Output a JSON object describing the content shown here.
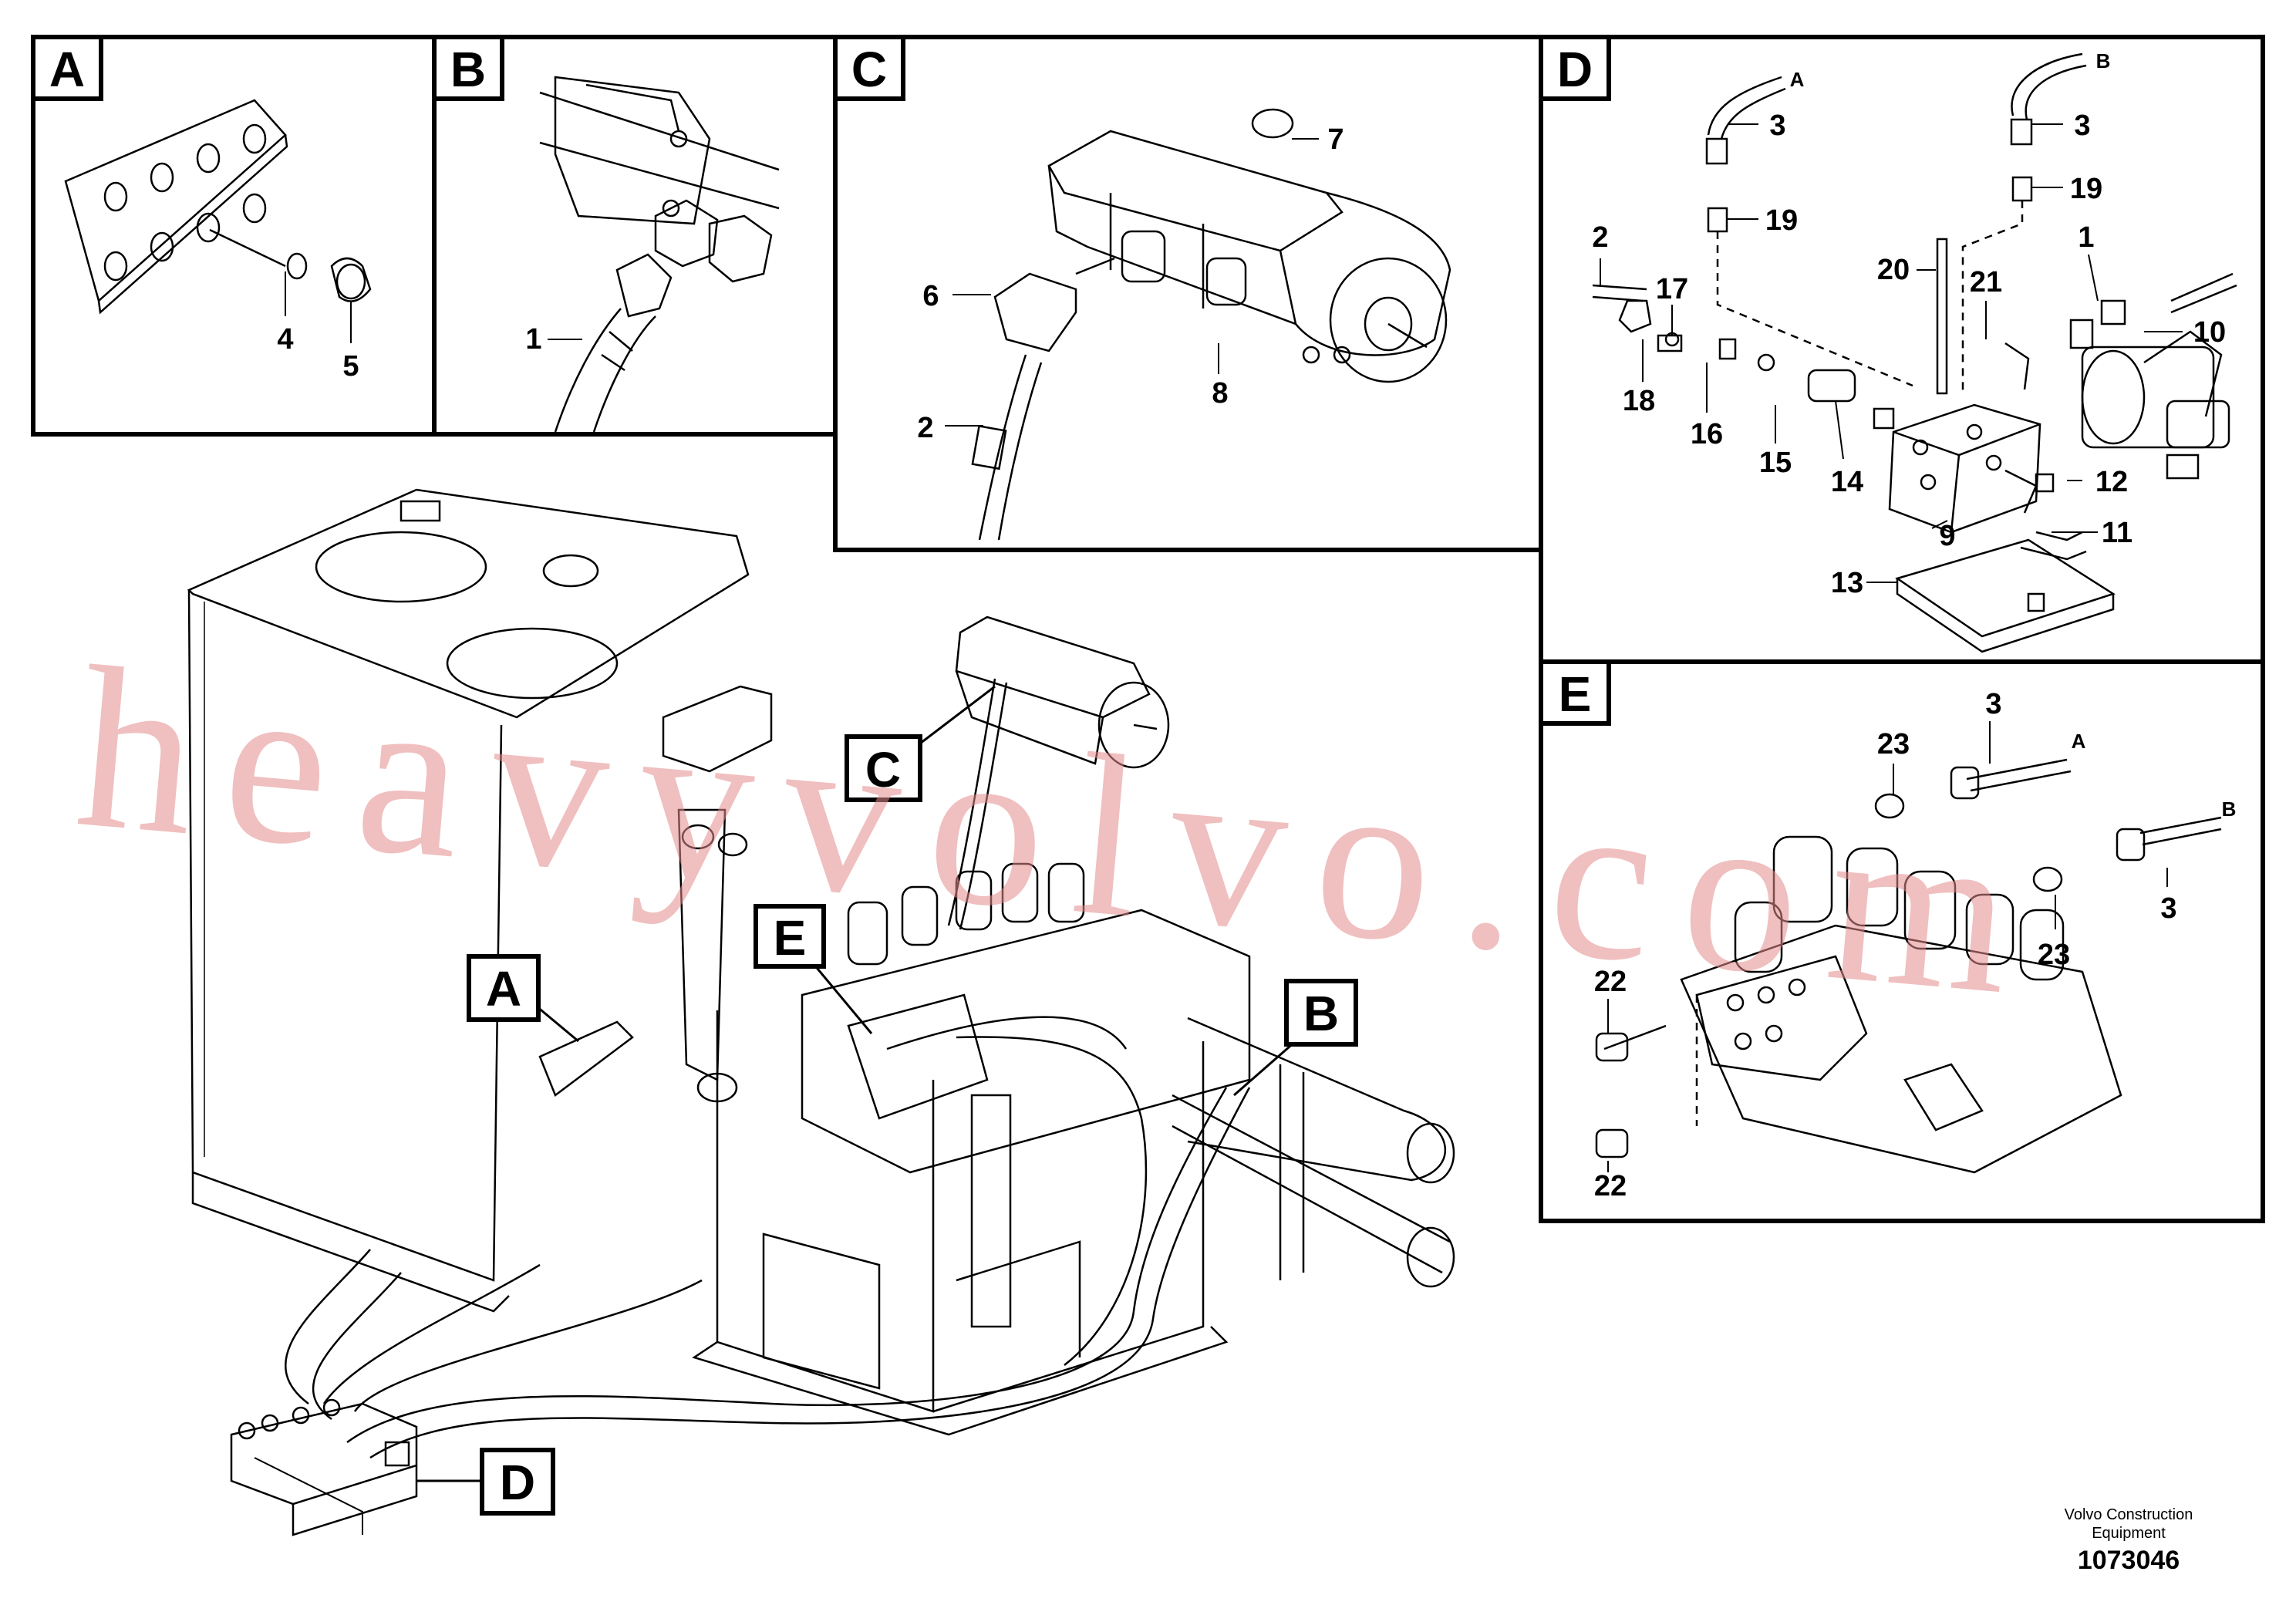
{
  "detail_boxes": {
    "A": {
      "label": "A",
      "callouts": [
        "4",
        "5"
      ]
    },
    "B": {
      "label": "B",
      "callouts": [
        "1"
      ]
    },
    "C": {
      "label": "C",
      "callouts": [
        "7",
        "6",
        "8",
        "2"
      ]
    },
    "D": {
      "label": "D",
      "callouts": [
        "3",
        "3",
        "19",
        "19",
        "2",
        "1",
        "17",
        "20",
        "21",
        "10",
        "18",
        "16",
        "15",
        "14",
        "12",
        "9",
        "11",
        "13"
      ],
      "hose_ends": [
        "A",
        "B"
      ]
    },
    "E": {
      "label": "E",
      "callouts": [
        "23",
        "3",
        "3",
        "22",
        "23",
        "22"
      ],
      "hose_ends": [
        "A",
        "B"
      ]
    }
  },
  "main_view_refs": [
    "C",
    "E",
    "B",
    "A",
    "D"
  ],
  "watermark": "heavyvolvo.com",
  "footer": {
    "brand_line1": "Volvo Construction",
    "brand_line2": "Equipment",
    "drawing_number": "1073046"
  }
}
